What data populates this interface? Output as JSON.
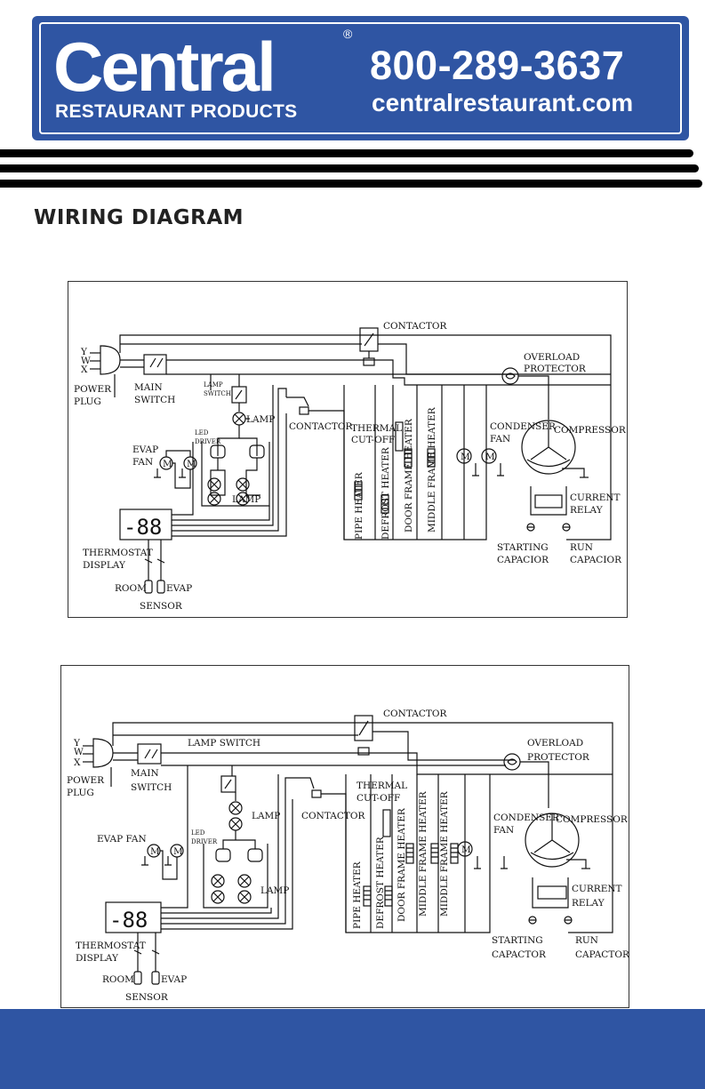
{
  "header": {
    "logo": "Central",
    "registered": "®",
    "tagline": "RESTAURANT PRODUCTS",
    "phone": "800-289-3637",
    "website": "centralrestaurant.com"
  },
  "page_title": "WIRING DIAGRAM",
  "diagram1": {
    "plug_y": "Y",
    "plug_w": "W",
    "plug_x": "X",
    "power_plug_1": "POWER",
    "power_plug_2": "PLUG",
    "main_switch_1": "MAIN",
    "main_switch_2": "SWITCH",
    "lamp_switch_1": "LAMP",
    "lamp_switch_2": "SWITCH",
    "lamp_upper": "LAMP",
    "lamp_lower": "LAMP",
    "led_driver_1": "LED",
    "led_driver_2": "DRIVER",
    "evap_fan_1": "EVAP",
    "evap_fan_2": "FAN",
    "contactor_top": "CONTACTOR",
    "contactor_mid": "CONTACTOR",
    "thermal_1": "THERMAL",
    "thermal_2": "CUT-OFF",
    "overload_1": "OVERLOAD",
    "overload_2": "PROTECTOR",
    "condenser_1": "CONDENSER",
    "condenser_2": "FAN",
    "compressor": "COMPRESSOR",
    "current_relay_1": "CURRENT",
    "current_relay_2": "RELAY",
    "starting_cap_1": "STARTING",
    "starting_cap_2": "CAPACIOR",
    "run_cap_1": "RUN",
    "run_cap_2": "CAPACIOR",
    "pipe_heater": "PIPE HEATER",
    "defrost_heater": "DEFROST HEATER",
    "door_frame_heater": "DOOR FRAME HEATER",
    "middle_frame_heater": "MIDDLE FRAME HEATER",
    "display": "-88",
    "thermostat_1": "THERMOSTAT",
    "thermostat_2": "DISPLAY",
    "room": "ROOM",
    "evap": "EVAP",
    "sensor": "SENSOR",
    "motor": "M"
  },
  "diagram2": {
    "plug_y": "Y",
    "plug_w": "W",
    "plug_x": "X",
    "power_plug_1": "POWER",
    "power_plug_2": "PLUG",
    "main_switch_1": "MAIN",
    "main_switch_2": "SWITCH",
    "lamp_switch": "LAMP SWITCH",
    "lamp_upper": "LAMP",
    "lamp_lower": "LAMP",
    "led_driver_1": "LED",
    "led_driver_2": "DRIVER",
    "evap_fan": "EVAP FAN",
    "contactor_top": "CONTACTOR",
    "contactor_mid": "CONTACTOR",
    "thermal_1": "THERMAL",
    "thermal_2": "CUT-OFF",
    "overload_1": "OVERLOAD",
    "overload_2": "PROTECTOR",
    "condenser_1": "CONDENSER",
    "condenser_2": "FAN",
    "compressor": "COMPRESSOR",
    "current_relay_1": "CURRENT",
    "current_relay_2": "RELAY",
    "starting_cap_1": "STARTING",
    "starting_cap_2": "CAPACTOR",
    "run_cap_1": "RUN",
    "run_cap_2": "CAPACTOR",
    "pipe_heater": "PIPE HEATER",
    "defrost_heater": "DEFROST HEATER",
    "door_frame_heater": "DOOR FRAME HEATER",
    "middle_frame_heater_1": "MIDDLE FRAME HEATER",
    "middle_frame_heater_2": "MIDDLE FRAME HEATER",
    "display": "-88",
    "thermostat_1": "THERMOSTAT",
    "thermostat_2": "DISPLAY",
    "room": "ROOM",
    "evap": "EVAP",
    "sensor": "SENSOR",
    "motor": "M"
  }
}
